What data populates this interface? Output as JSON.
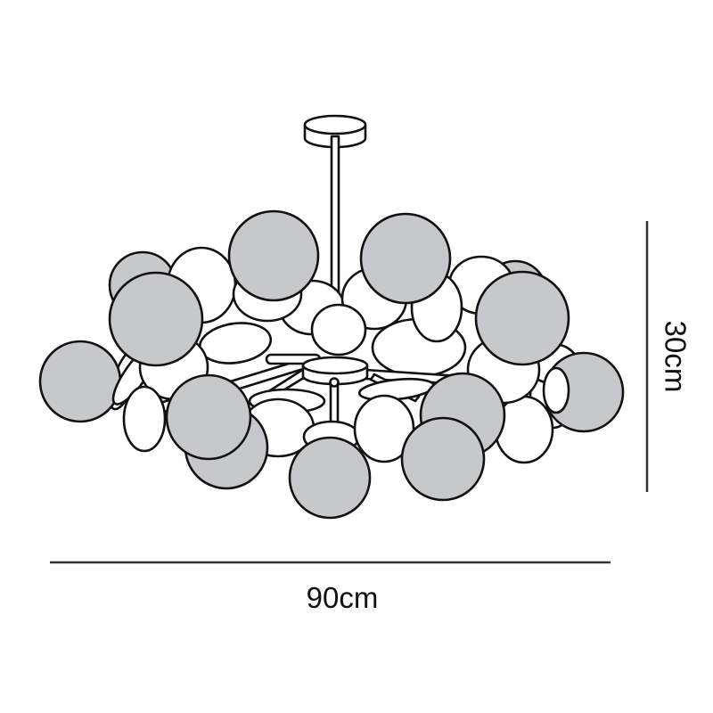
{
  "diagram": {
    "subject": "chandelier dimension drawing",
    "colors": {
      "background": "#ffffff",
      "stroke": "#111111",
      "disc_grey": "#c6c8cb",
      "disc_white": "#ffffff",
      "dimension_line": "#333333"
    },
    "dimensions": {
      "width_label": "90cm",
      "height_label": "30cm"
    }
  }
}
